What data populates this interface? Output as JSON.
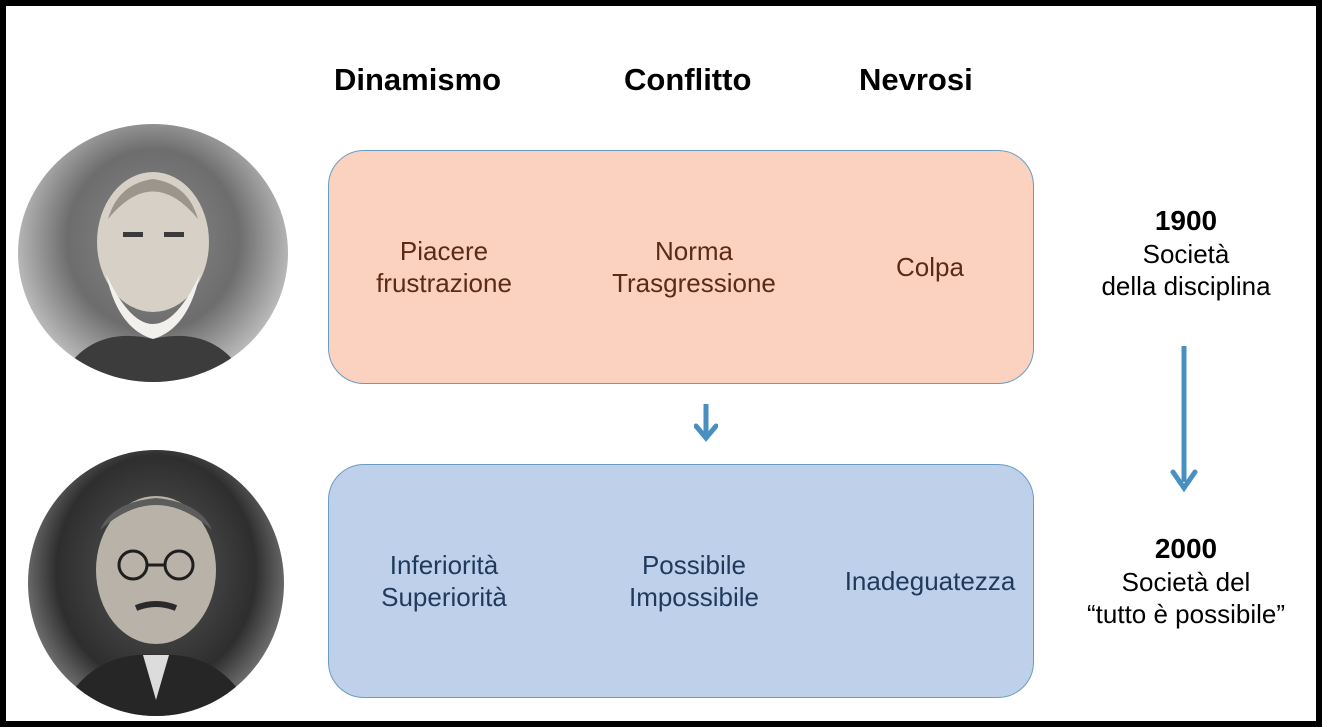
{
  "headers": {
    "dinamismo": "Dinamismo",
    "conflitto": "Conflitto",
    "nevrosi": "Nevrosi"
  },
  "rows": [
    {
      "cells": [
        "Piacere\nfrustrazione",
        "Norma\nTrasgressione",
        "Colpa"
      ],
      "year": "1900",
      "description": "Società\ndella disciplina",
      "color": "#fbd2c0"
    },
    {
      "cells": [
        "Inferiorità\nSuperiorità",
        "Possibile\nImpossibile",
        "Inadeguatezza"
      ],
      "year": "2000",
      "description": "Società del\n“tutto è possibile”",
      "color": "#bed0ea"
    }
  ],
  "arrow_color": "#4a8fc2"
}
